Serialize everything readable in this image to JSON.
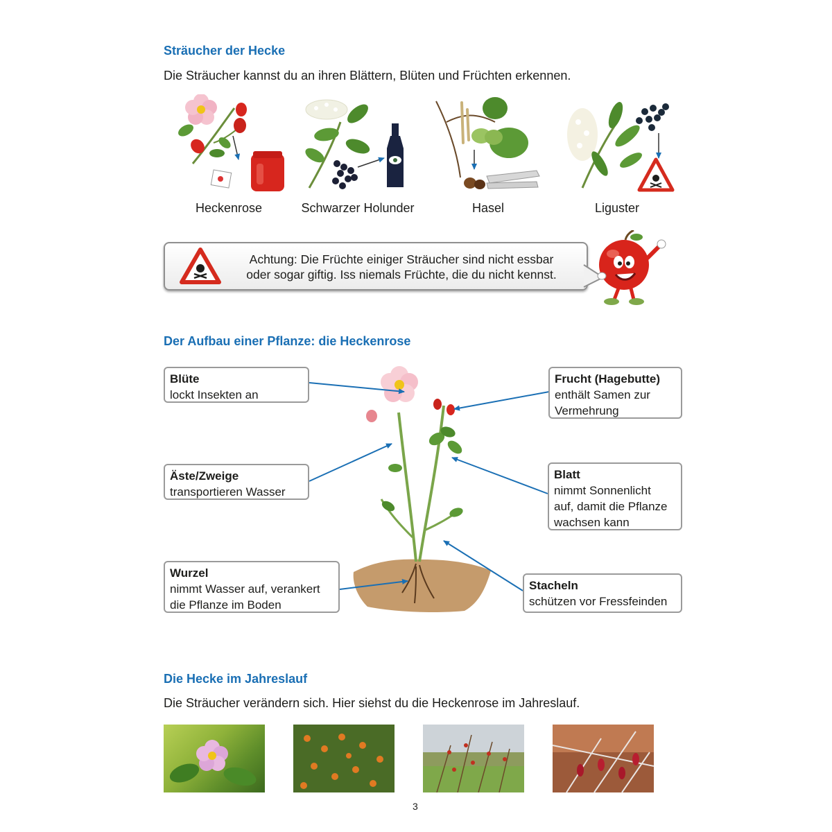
{
  "section1": {
    "heading": "Sträucher der Hecke",
    "intro": "Die Sträucher kannst du an ihren Blättern, Blüten und Früchten erkennen.",
    "shrubs": [
      {
        "name": "Heckenrose"
      },
      {
        "name": "Schwarzer Holunder"
      },
      {
        "name": "Hasel"
      },
      {
        "name": "Liguster"
      }
    ],
    "warning": {
      "line1": "Achtung: Die Früchte einiger Sträucher sind nicht essbar",
      "line2": "oder sogar giftig. Iss niemals Früchte, die du nicht kennst."
    }
  },
  "section2": {
    "heading": "Der Aufbau einer Pflanze: die Heckenrose",
    "parts": {
      "bluete": {
        "title": "Blüte",
        "desc": "lockt Insekten an"
      },
      "aeste": {
        "title": "Äste/Zweige",
        "desc": "transportieren Wasser"
      },
      "wurzel": {
        "title": "Wurzel",
        "line1": "nimmt Wasser auf, verankert",
        "line2": "die Pflanze im Boden"
      },
      "frucht": {
        "title": "Frucht (Hagebutte)",
        "line1": "enthält Samen zur",
        "line2": "Vermehrung"
      },
      "blatt": {
        "title": "Blatt",
        "line1": "nimmt Sonnenlicht",
        "line2": "auf, damit die Pflanze",
        "line3": "wachsen kann"
      },
      "stacheln": {
        "title": "Stacheln",
        "desc": "schützen vor Fressfeinden"
      }
    }
  },
  "section3": {
    "heading": "Die Hecke im Jahreslauf",
    "intro": "Die Sträucher verändern sich. Hier siehst du die Heckenrose im Jahreslauf."
  },
  "page_number": "3",
  "colors": {
    "heading": "#1a6fb4",
    "arrow": "#1a6fb4",
    "box_border": "#9a9a9a",
    "warning_red": "#d52b1e"
  }
}
